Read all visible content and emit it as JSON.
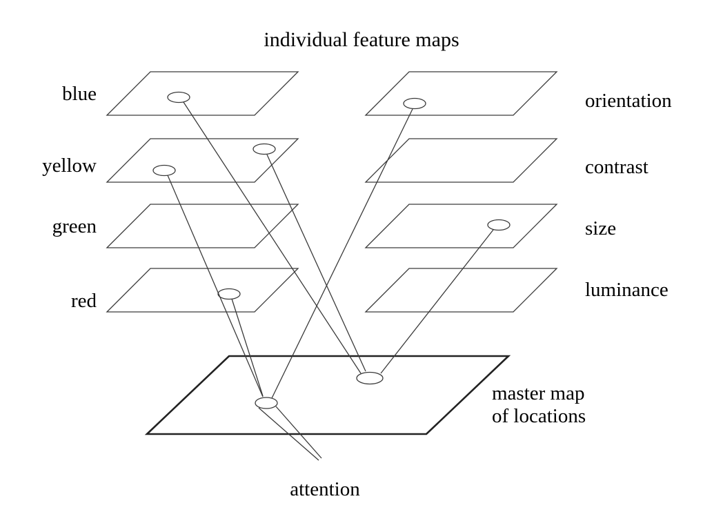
{
  "title": "individual feature maps",
  "left_labels": [
    "blue",
    "yellow",
    "green",
    "red"
  ],
  "right_labels": [
    "orientation",
    "contrast",
    "size",
    "luminance"
  ],
  "master_map": {
    "line1": "master map",
    "line2": "of locations"
  },
  "attention_label": "attention",
  "colors": {
    "line": "#3a3a3a",
    "master_outline": "#222222",
    "text": "#000000",
    "background": "#ffffff"
  }
}
